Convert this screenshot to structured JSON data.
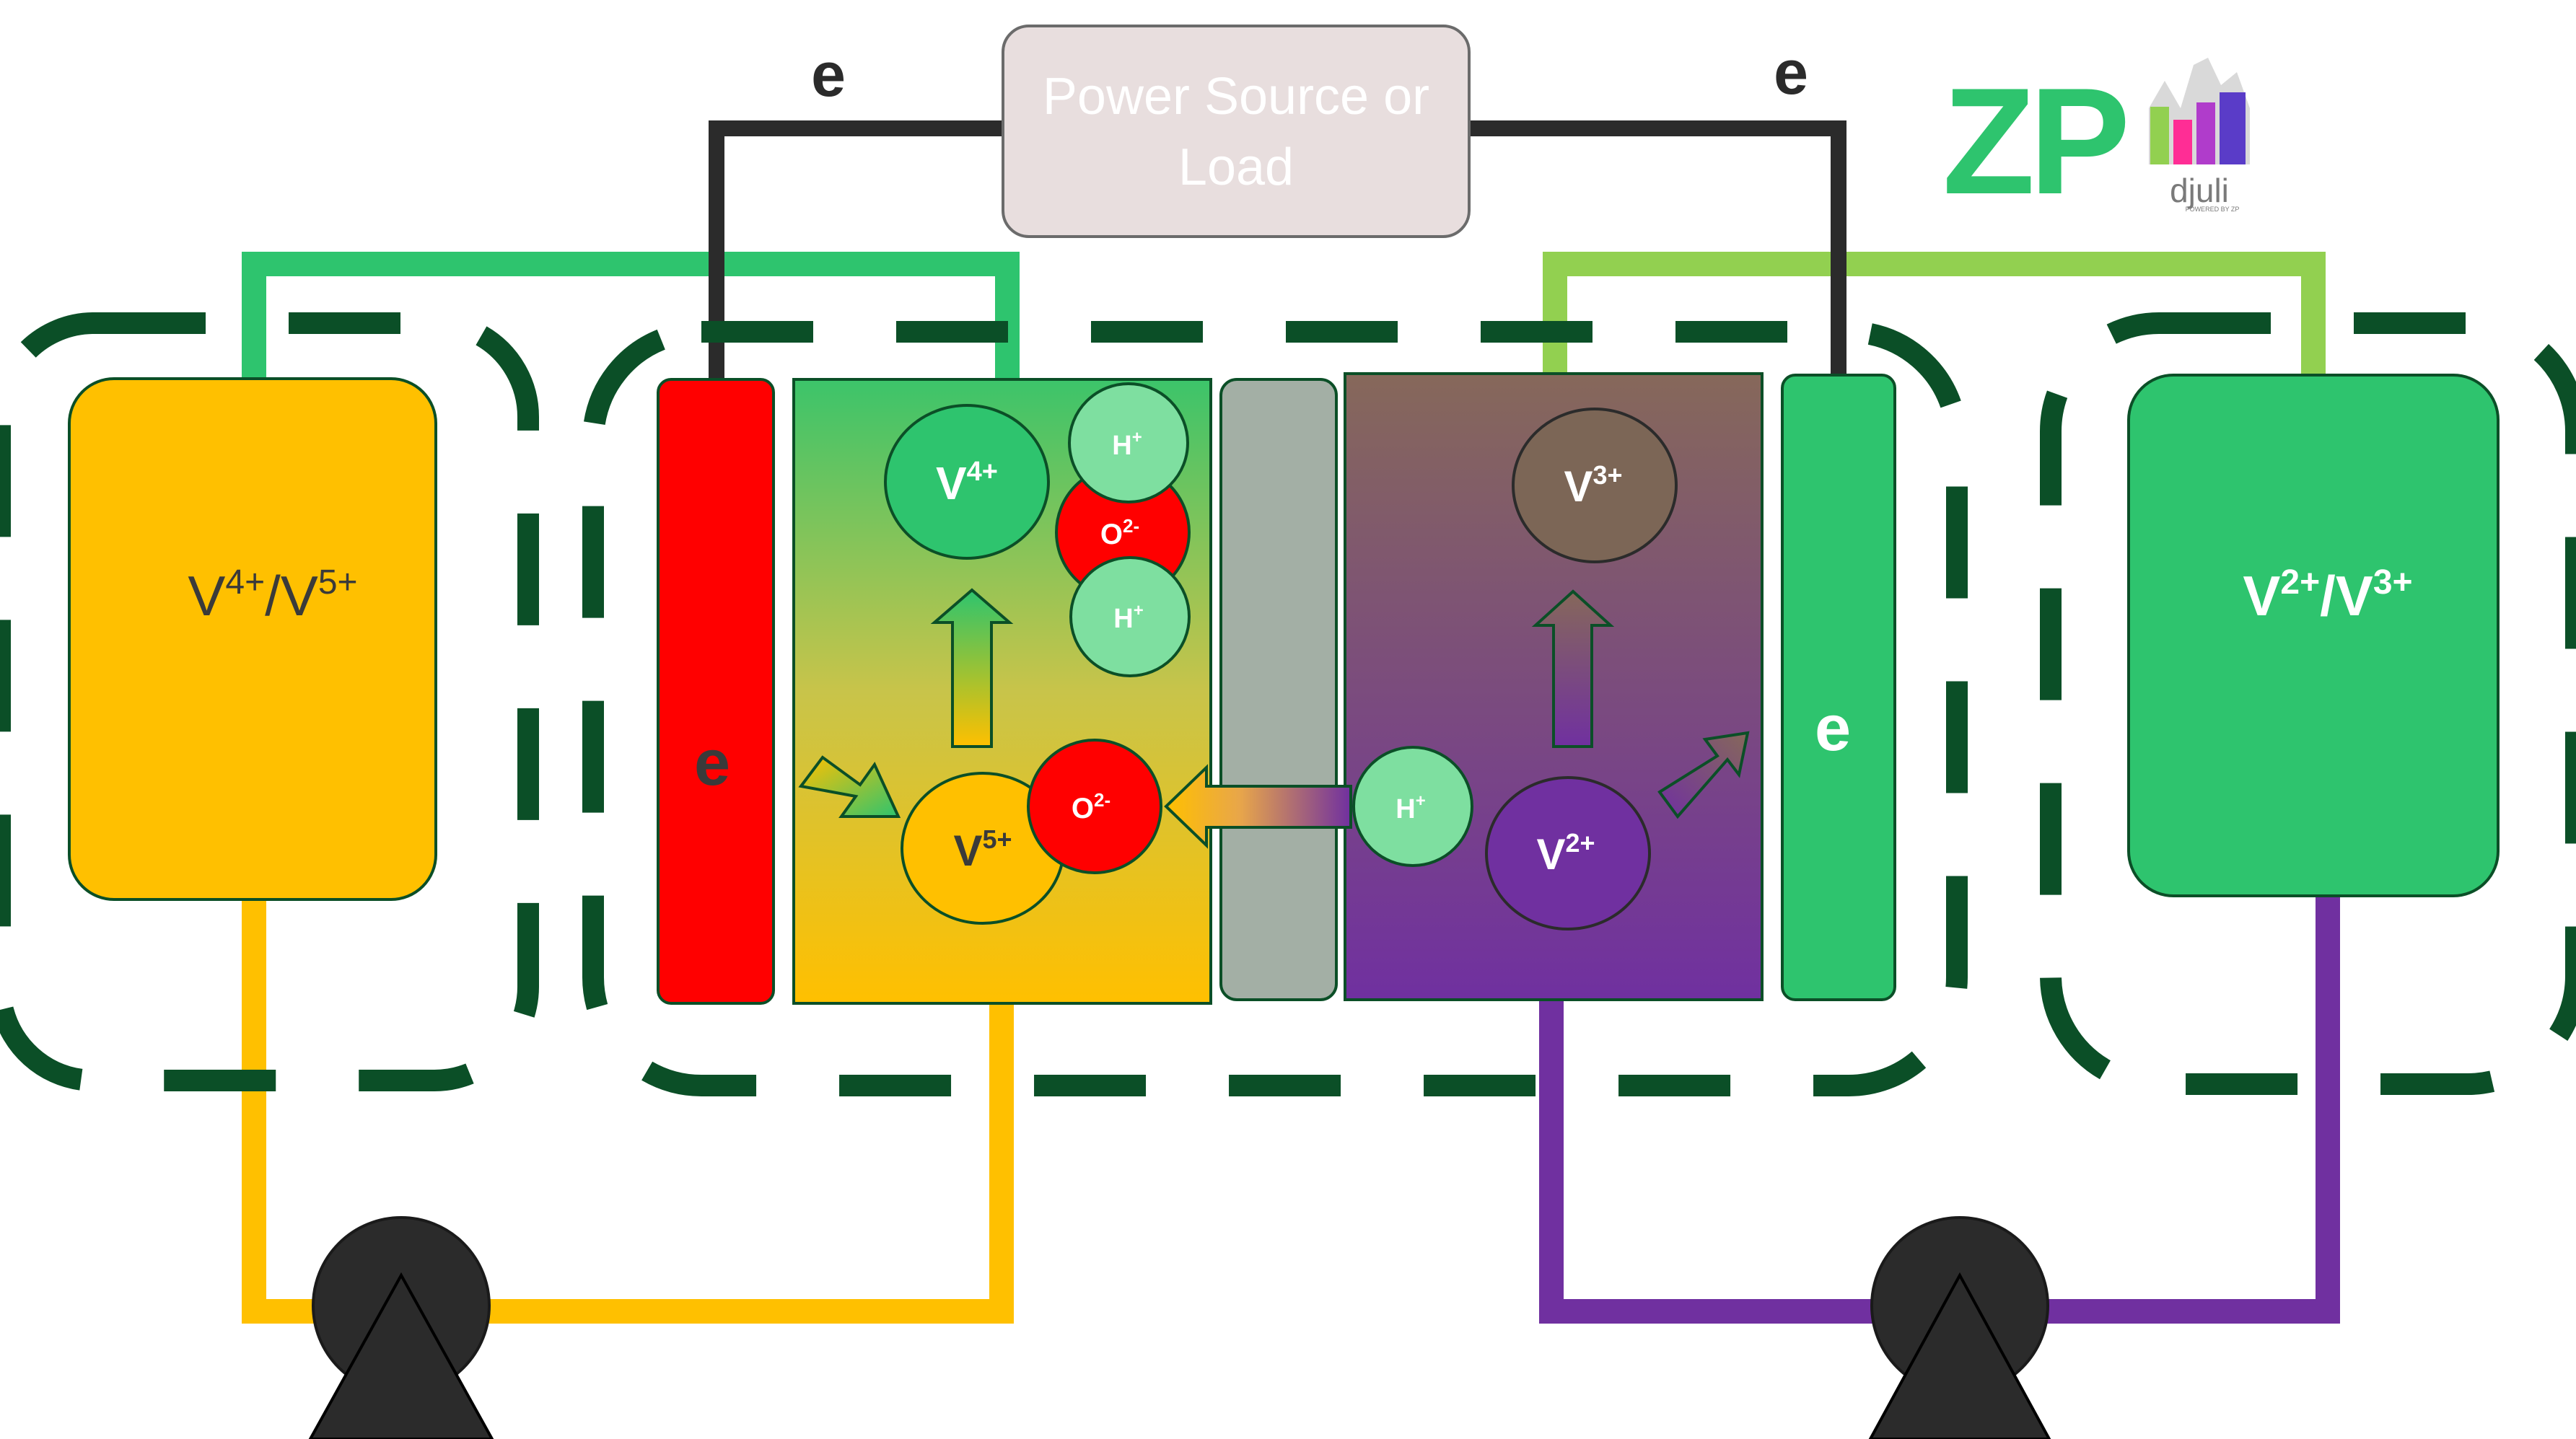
{
  "power_source": {
    "line1": "Power Source or",
    "line2": "Load"
  },
  "electron_labels": {
    "left": "e",
    "right": "e",
    "left_electrode": "e",
    "right_electrode": "e"
  },
  "tanks": {
    "left": {
      "species1": "V",
      "sup1": "4+",
      "slash": "/",
      "species2": "V",
      "sup2": "5+"
    },
    "right": {
      "species1": "V",
      "sup1": "2+",
      "slash": "/",
      "species2": "V",
      "sup2": "3+"
    }
  },
  "ions": {
    "v4": {
      "base": "V",
      "sup": "4+"
    },
    "v5": {
      "base": "V",
      "sup": "5+"
    },
    "v3": {
      "base": "V",
      "sup": "3+"
    },
    "v2": {
      "base": "V",
      "sup": "2+"
    },
    "h_top": {
      "base": "H",
      "sup": "+"
    },
    "h_mid": {
      "base": "H",
      "sup": "+"
    },
    "h_membrane": {
      "base": "H",
      "sup": "+"
    },
    "o_top": {
      "base": "O",
      "sup": "2-"
    },
    "o_bottom": {
      "base": "O",
      "sup": "2-"
    }
  },
  "logos": {
    "zp": "ZP",
    "djuli": "djuli",
    "djuli_sub": "POWERED BY ZP"
  },
  "colors": {
    "positive": "#FFC000",
    "negative": "#7030A0",
    "green": "#2EC46E",
    "light_green": "#92D050",
    "dark_green": "#0B4F27",
    "electrode_red": "#FF0000",
    "membrane_gray": "#A3AFA5",
    "wire": "#2B2B2B",
    "power_box": "#E8DEDE"
  }
}
